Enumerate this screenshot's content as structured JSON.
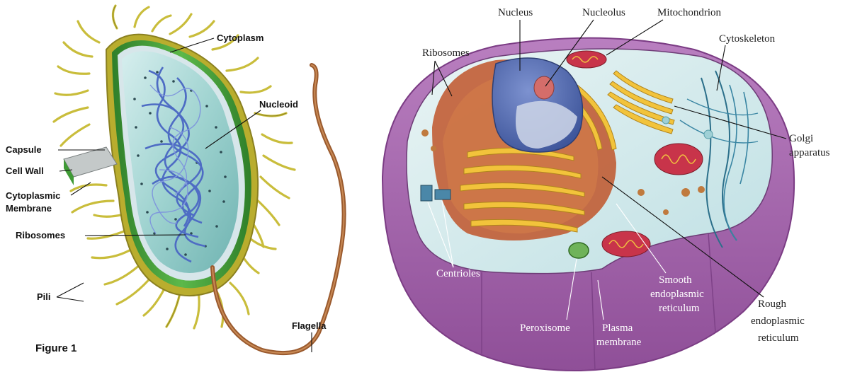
{
  "left_figure": {
    "caption": "Figure 1",
    "labels": {
      "cytoplasm": "Cytoplasm",
      "nucleoid": "Nucleoid",
      "capsule": "Capsule",
      "cell_wall": "Cell Wall",
      "cytoplasmic_membrane_1": "Cytoplasmic",
      "cytoplasmic_membrane_2": "Membrane",
      "ribosomes": "Ribosomes",
      "pili": "Pili",
      "flagella": "Flagella"
    }
  },
  "right_figure": {
    "labels": {
      "nucleus": "Nucleus",
      "nucleolus": "Nucleolus",
      "mitochondrion": "Mitochondrion",
      "ribosomes": "Ribosomes",
      "cytoskeleton": "Cytoskeleton",
      "golgi_1": "Golgi",
      "golgi_2": "apparatus",
      "centrioles": "Centrioles",
      "peroxisome": "Peroxisome",
      "plasma_membrane_1": "Plasma",
      "plasma_membrane_2": "membrane",
      "smooth_er_1": "Smooth",
      "smooth_er_2": "endoplasmic",
      "smooth_er_3": "reticulum",
      "rough_er_1": "Rough",
      "rough_er_2": "endoplasmic",
      "rough_er_3": "reticulum"
    }
  },
  "colors": {
    "capsule_yellow": "#c9bd3b",
    "cell_wall_green": "#3f9a35",
    "cytoplasm_teal": "#9fd3d0",
    "nucleoid_blue": "#4e6cc4",
    "flagellum_brown": "#9a5a2e",
    "eukaryote_membrane_purple": "#a25aa8",
    "nucleus_blue": "#5b73b8",
    "golgi_yellow": "#f2c33b",
    "rough_er_brown": "#c0552a",
    "mitochondrion_red": "#c8344a"
  }
}
